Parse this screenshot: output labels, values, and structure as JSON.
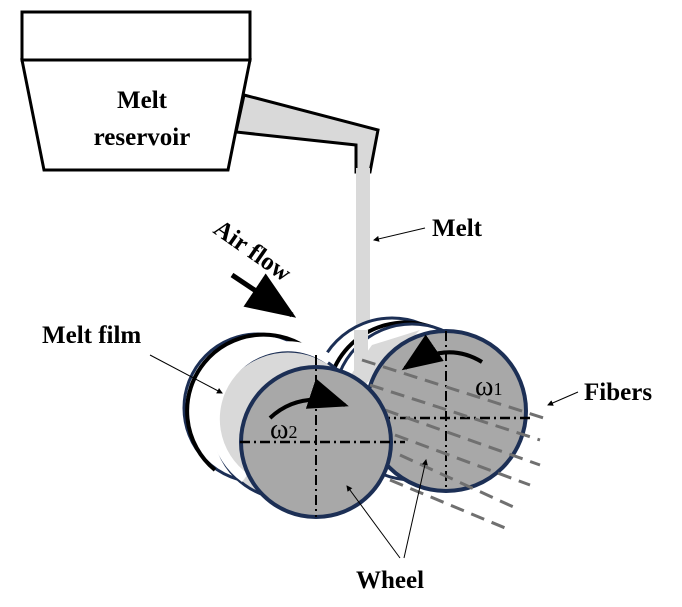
{
  "labels": {
    "reservoir_line1": "Melt",
    "reservoir_line2": "reservoir",
    "melt": "Melt",
    "air_flow": "Air flow",
    "melt_film": "Melt film",
    "fibers": "Fibers",
    "wheel": "Wheel",
    "omega1": "ω",
    "omega1_sub": "1",
    "omega2": "ω",
    "omega2_sub": "2"
  },
  "colors": {
    "wheel_fill": "#a8a8a8",
    "wheel_edge": "#1c2f55",
    "melt_fill": "#d9d9d9",
    "fiber": "#707070"
  }
}
